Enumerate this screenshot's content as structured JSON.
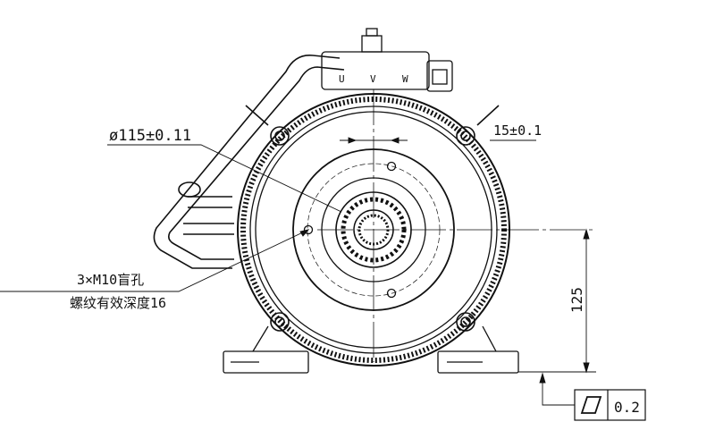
{
  "labels": {
    "diameter": "ø115±0.11",
    "offset": "15±0.1",
    "holes_line1": "3×M10盲孔",
    "holes_line2": "螺纹有效深度16",
    "height": "125",
    "flatness_value": "0.2",
    "phase_u": "U",
    "phase_v": "V",
    "phase_w": "W"
  },
  "colors": {
    "line": "#111111",
    "background": "#ffffff"
  }
}
